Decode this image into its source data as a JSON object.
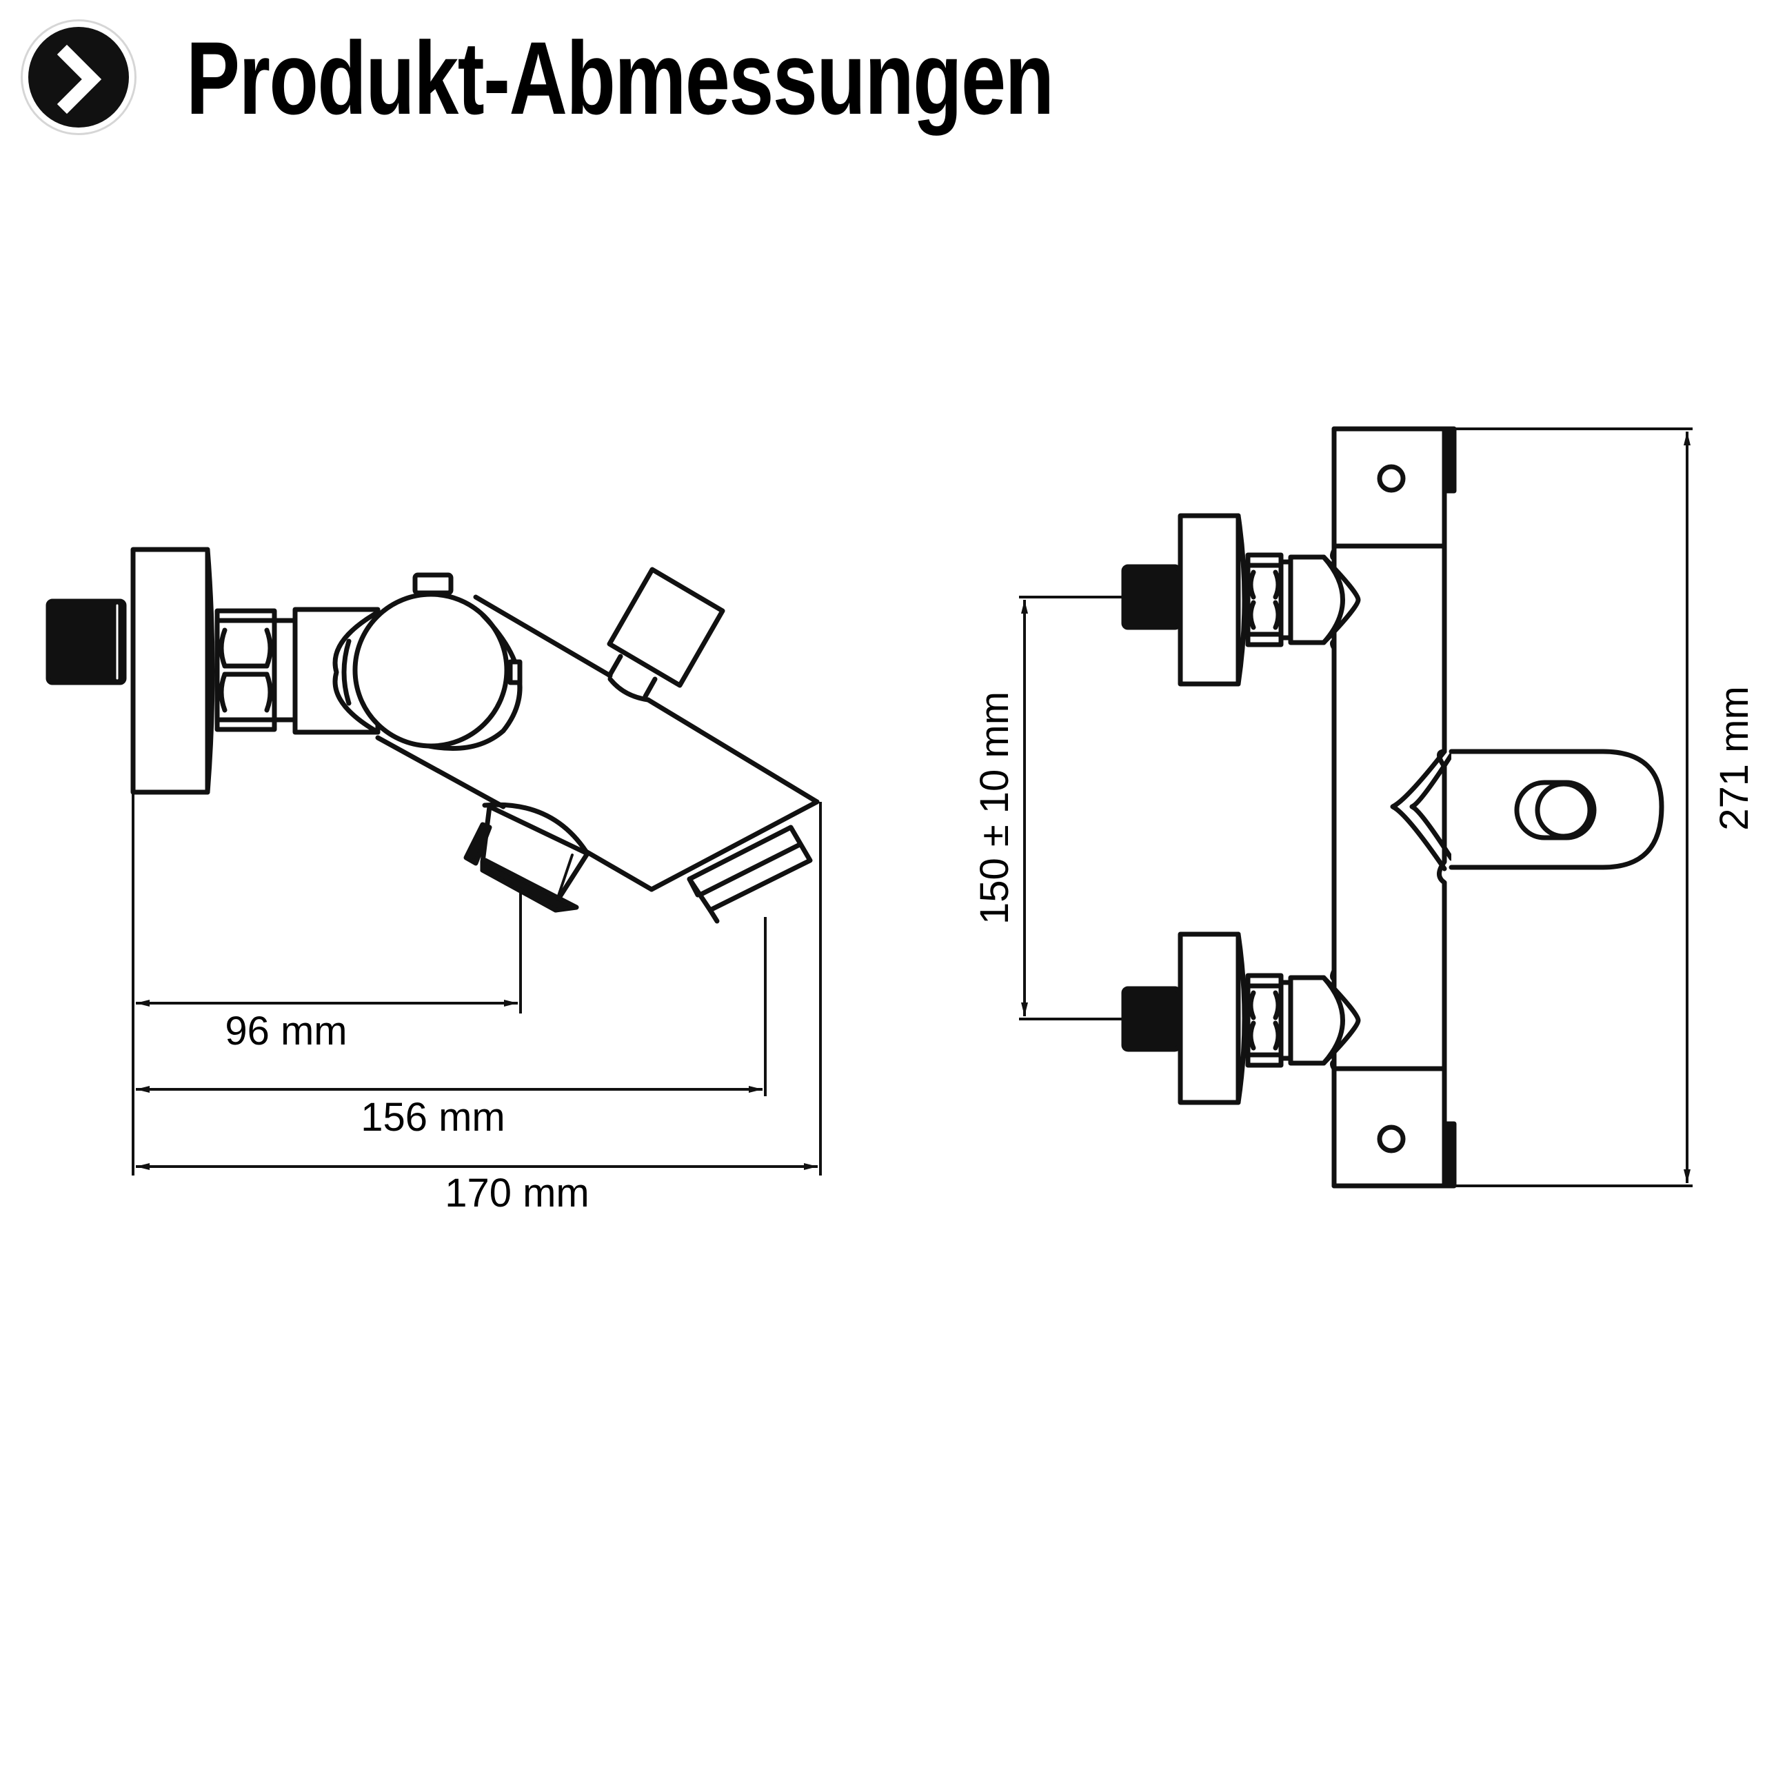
{
  "header": {
    "title": "Produkt-Abmessungen",
    "badge_icon": "chevron-right-icon"
  },
  "diagram": {
    "side_view": {
      "dim_spout_nozzle": "96 mm",
      "dim_spout_outlet": "156 mm",
      "dim_total_depth": "170 mm"
    },
    "front_view": {
      "dim_connection_spacing": "150 ± 10 mm",
      "dim_total_width": "271 mm"
    }
  },
  "colors": {
    "line": "#111111",
    "background": "#ffffff"
  }
}
